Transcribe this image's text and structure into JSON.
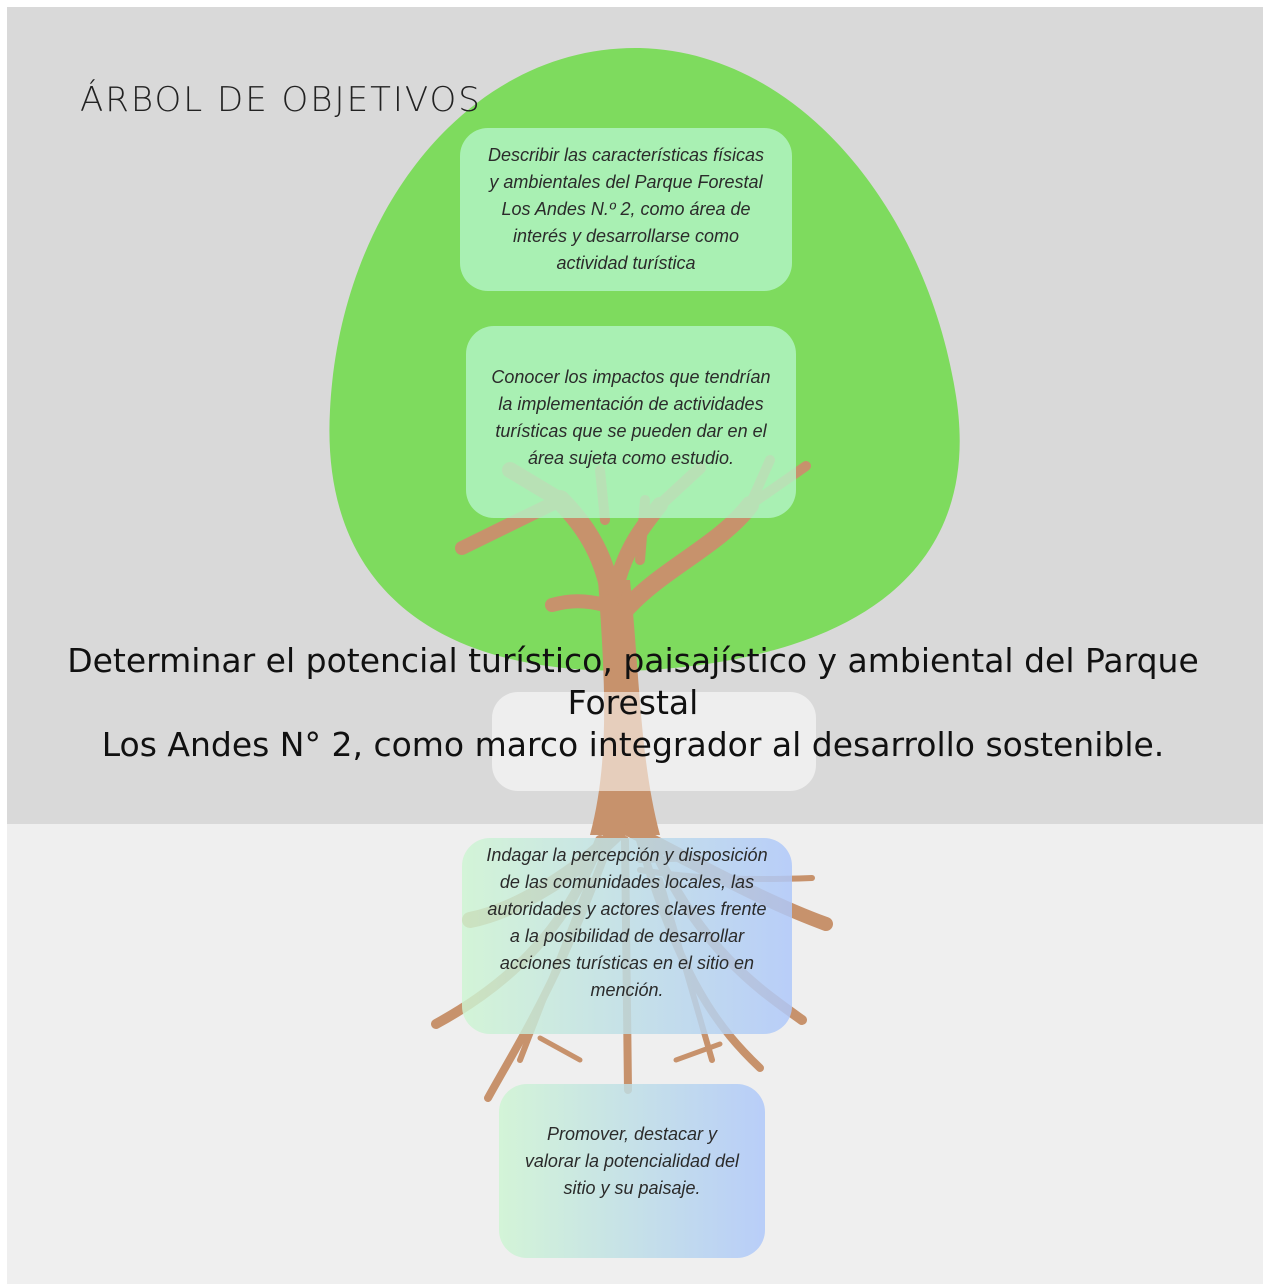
{
  "colors": {
    "background_top": "#d9d9d9",
    "background_bottom": "#efefef",
    "crown": "#7edb5e",
    "trunk": "#c7926c",
    "objective_box": "#b4f5c8",
    "root_box_start": "#cdf5d2",
    "root_box_end": "#afc8fa"
  },
  "icons": [
    "tree-crown",
    "tree-trunk",
    "tree-roots"
  ],
  "title": "ÁRBOL DE OBJETIVOS",
  "general_objective": {
    "line1": "Determinar el potencial turístico, paisajístico y ambiental del Parque Forestal",
    "line2": "Los Andes N° 2, como marco integrador al desarrollo sostenible."
  },
  "crown_objectives": [
    "Describir las características físicas y ambientales del Parque Forestal Los Andes N.º 2, como área de interés y desarrollarse como actividad turística",
    "Conocer los impactos que tendrían la implementación de actividades turísticas que se pueden dar en el área sujeta como estudio."
  ],
  "root_objectives": [
    "Indagar la percepción y disposición de las comunidades locales, las autoridades y actores claves frente a la posibilidad de desarrollar acciones turísticas en el sitio en mención.",
    "Promover, destacar y valorar la potencialidad del sitio y su paisaje."
  ]
}
